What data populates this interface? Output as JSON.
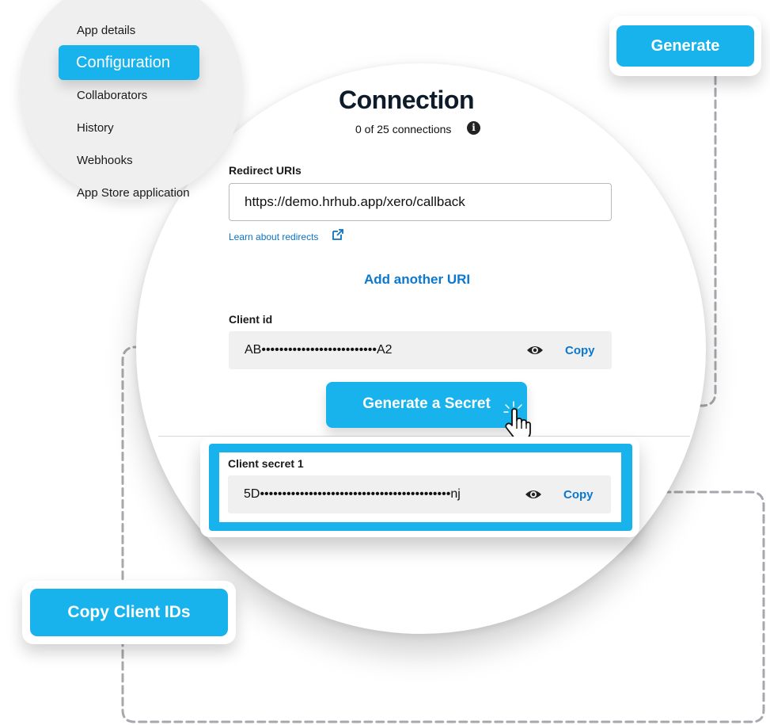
{
  "nav": {
    "items": [
      "App details",
      "Configuration",
      "Collaborators",
      "History",
      "Webhooks",
      "App Store application"
    ]
  },
  "callouts": {
    "generate": "Generate",
    "copy_client_ids": "Copy Client IDs"
  },
  "connection": {
    "title": "Connection",
    "count_text": "0 of 25 connections",
    "info_glyph": "i"
  },
  "redirect": {
    "label": "Redirect URIs",
    "value": "https://demo.hrhub.app/xero/callback",
    "learn_link": "Learn about redirects",
    "add_another": "Add another URI"
  },
  "client_id": {
    "label": "Client id",
    "value": "AB••••••••••••••••••••••••••A2",
    "copy_label": "Copy"
  },
  "generate_secret": {
    "label": "Generate a Secret"
  },
  "client_secret": {
    "label": "Client secret 1",
    "value": "5D•••••••••••••••••••••••••••••••••••••••••••nj",
    "copy_label": "Copy"
  },
  "colors": {
    "accent": "#18b3ec",
    "link": "#0b78d0",
    "connector": "#a7a7ad"
  }
}
